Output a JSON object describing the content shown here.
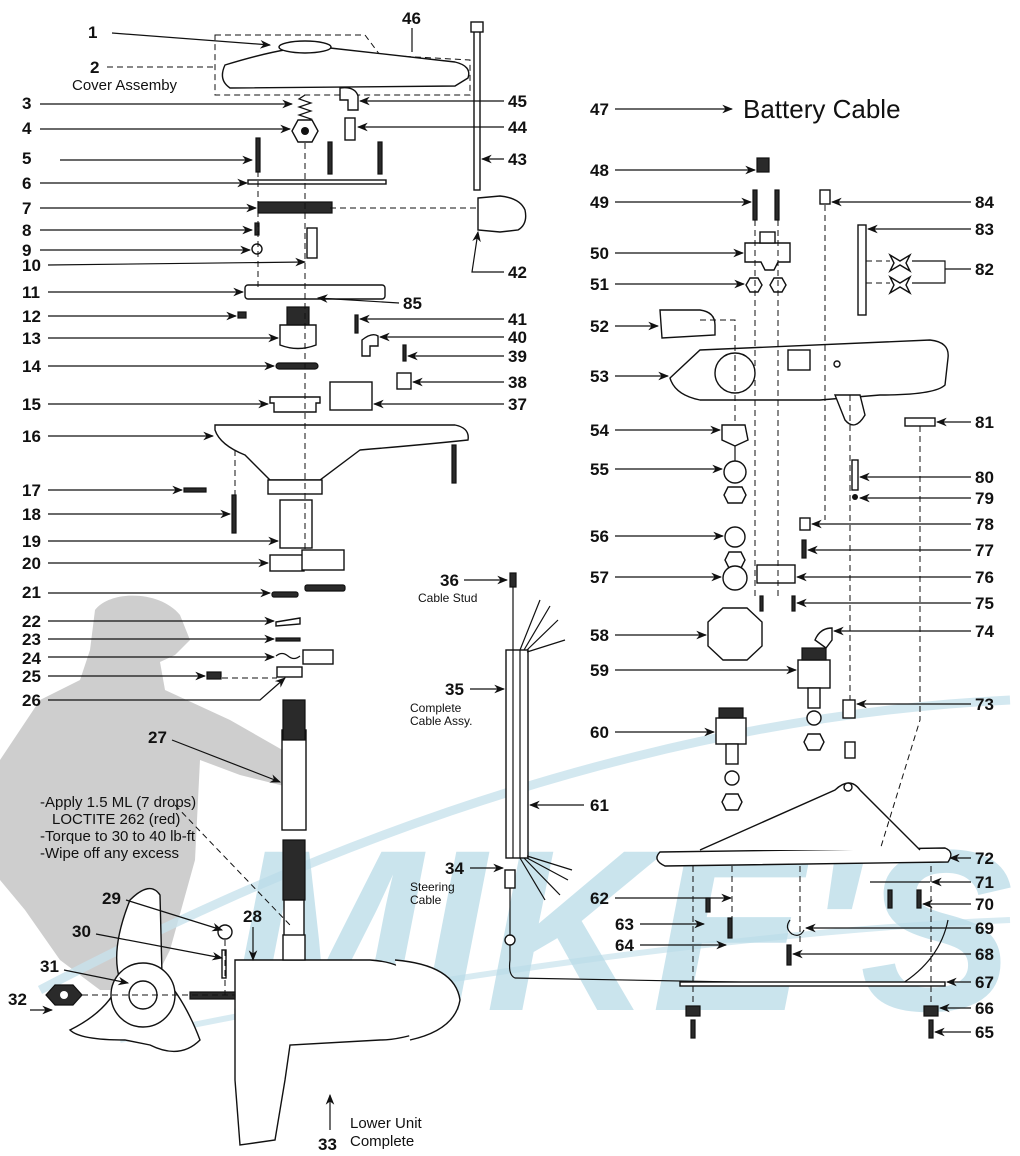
{
  "watermark": {
    "text": "MIKE'S",
    "colors": {
      "watermark": "#b9dbe8",
      "silhouette": "#bdbdbd",
      "ink": "#111111"
    }
  },
  "labels": {
    "cover_assembly": "Cover Assemby",
    "battery_cable": "Battery Cable",
    "cable_stud": "Cable Stud",
    "complete_cable": "Complete",
    "cable_assy": "Cable Assy.",
    "steering": "Steering",
    "cable": "Cable",
    "lower_unit": "Lower Unit",
    "complete": "Complete"
  },
  "notes": [
    "-Apply 1.5 ML (7 drops)",
    "LOCTITE 262 (red)",
    "-Torque to 30 to 40 lb-ft",
    "-Wipe off any excess"
  ],
  "callouts": {
    "c1": "1",
    "c2": "2",
    "c3": "3",
    "c4": "4",
    "c5": "5",
    "c6": "6",
    "c7": "7",
    "c8": "8",
    "c9": "9",
    "c10": "10",
    "c11": "11",
    "c12": "12",
    "c13": "13",
    "c14": "14",
    "c15": "15",
    "c16": "16",
    "c17": "17",
    "c18": "18",
    "c19": "19",
    "c20": "20",
    "c21": "21",
    "c22": "22",
    "c23": "23",
    "c24": "24",
    "c25": "25",
    "c26": "26",
    "c27": "27",
    "c28": "28",
    "c29": "29",
    "c30": "30",
    "c31": "31",
    "c32": "32",
    "c33": "33",
    "c34": "34",
    "c35": "35",
    "c36": "36",
    "c37": "37",
    "c38": "38",
    "c39": "39",
    "c40": "40",
    "c41": "41",
    "c42": "42",
    "c43": "43",
    "c44": "44",
    "c45": "45",
    "c46": "46",
    "c47": "47",
    "c48": "48",
    "c49": "49",
    "c50": "50",
    "c51": "51",
    "c52": "52",
    "c53": "53",
    "c54": "54",
    "c55": "55",
    "c56": "56",
    "c57": "57",
    "c58": "58",
    "c59": "59",
    "c60": "60",
    "c61": "61",
    "c62": "62",
    "c63": "63",
    "c64": "64",
    "c65": "65",
    "c66": "66",
    "c67": "67",
    "c68": "68",
    "c69": "69",
    "c70": "70",
    "c71": "71",
    "c72": "72",
    "c73": "73",
    "c74": "74",
    "c75": "75",
    "c76": "76",
    "c77": "77",
    "c78": "78",
    "c79": "79",
    "c80": "80",
    "c81": "81",
    "c82": "82",
    "c83": "83",
    "c84": "84",
    "c85": "85"
  }
}
